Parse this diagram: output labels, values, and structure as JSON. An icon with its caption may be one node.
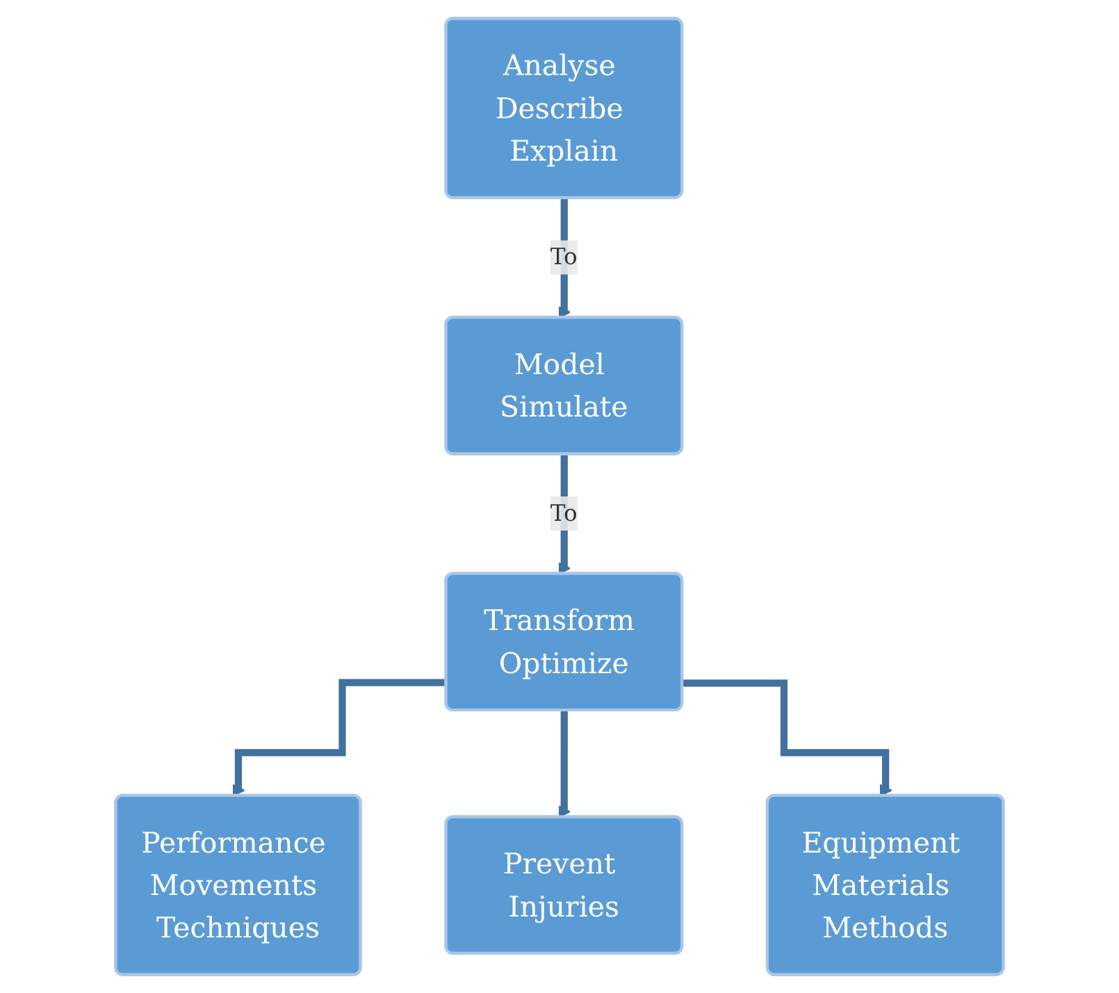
{
  "diagram": {
    "nodes": [
      {
        "text": [
          "Analyse Describe Explain"
        ]
      },
      {
        "text": [
          "Model Simulate"
        ]
      },
      {
        "text": [
          "Transform Optimize"
        ]
      },
      {
        "text": [
          "Performance Movements Techniques"
        ]
      },
      {
        "text": [
          "Prevent Injuries"
        ]
      },
      {
        "text": [
          "Equipment Materials Methods"
        ]
      }
    ],
    "edges": [
      {
        "from": 0,
        "to": 1,
        "arrow": "to",
        "label": "To"
      },
      {
        "from": 1,
        "to": 2,
        "arrow": "to",
        "label": "To"
      },
      {
        "from": 2,
        "to": 3,
        "arrow": "to"
      },
      {
        "from": 2,
        "to": 4,
        "arrow": "to"
      },
      {
        "from": 2,
        "to": 5,
        "arrow": "to"
      }
    ]
  }
}
